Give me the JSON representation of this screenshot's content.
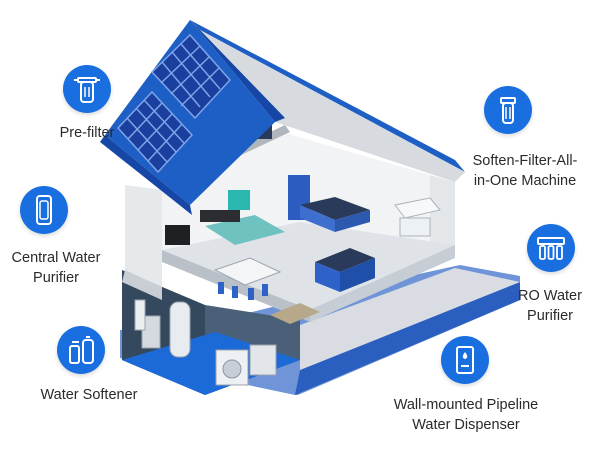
{
  "labels": {
    "prefilter": "Pre-filter",
    "central_1": "Central Water",
    "central_2": "Purifier",
    "softener": "Water Softener",
    "allinone_1": "Soften-Filter-All-",
    "allinone_2": "in-One Machine",
    "ro_1": "RO Water",
    "ro_2": "Purifier",
    "dispenser_1": "Wall-mounted Pipeline",
    "dispenser_2": "Water Dispenser"
  },
  "icons": {
    "prefilter": "pre-filter-icon",
    "central": "central-water-purifier-icon",
    "softener": "water-softener-icon",
    "allinone": "all-in-one-machine-icon",
    "ro": "ro-water-purifier-icon",
    "dispenser": "water-dispenser-icon"
  },
  "colors": {
    "accent": "#1a6fe0",
    "roof": "#1d5fc4",
    "solar": "#1b3f9e",
    "base": "#1f4fa8",
    "base_light": "#6f95d8",
    "label_text": "#2a2a2a"
  }
}
